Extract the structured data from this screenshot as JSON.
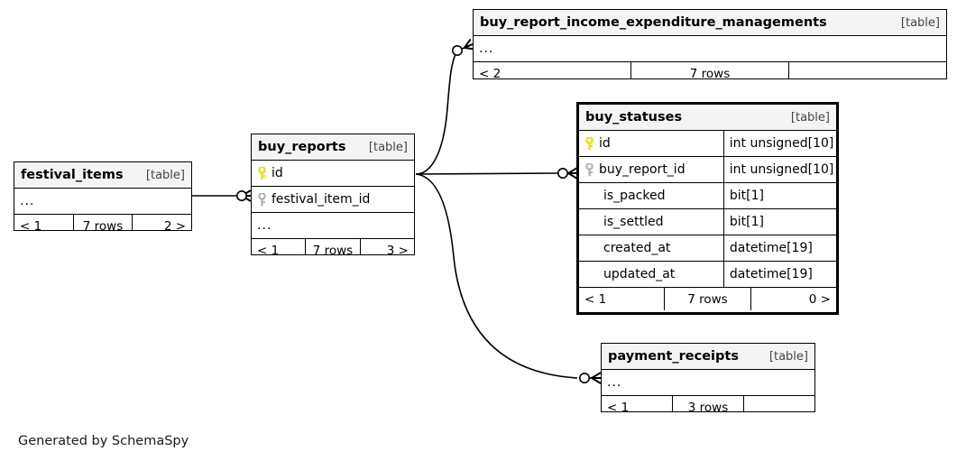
{
  "diagram": {
    "generator_note": "Generated by SchemaSpy",
    "kind_label": "[table]",
    "ellipsis": "...",
    "colors": {
      "background": "#ffffff",
      "header_fill": "#f4f4f4",
      "border": "#000000",
      "primary_key": "#e8e800",
      "foreign_key": "#b0b0b0"
    }
  },
  "tables": [
    {
      "id": "buy_report_income_expenditure_managements",
      "name": "buy_report_income_expenditure_managements",
      "kind": "[table]",
      "highlight": false,
      "columns_collapsed": "...",
      "footer": {
        "left": "< 2",
        "center": "7 rows",
        "right": ""
      }
    },
    {
      "id": "buy_statuses",
      "name": "buy_statuses",
      "kind": "[table]",
      "highlight": true,
      "columns": [
        {
          "name": "id",
          "type": "int unsigned[10]",
          "key": "primary"
        },
        {
          "name": "buy_report_id",
          "type": "int unsigned[10]",
          "key": "foreign"
        },
        {
          "name": "is_packed",
          "type": "bit[1]",
          "key": "none"
        },
        {
          "name": "is_settled",
          "type": "bit[1]",
          "key": "none"
        },
        {
          "name": "created_at",
          "type": "datetime[19]",
          "key": "none"
        },
        {
          "name": "updated_at",
          "type": "datetime[19]",
          "key": "none"
        }
      ],
      "footer": {
        "left": "< 1",
        "center": "7 rows",
        "right": "0 >"
      }
    },
    {
      "id": "buy_reports",
      "name": "buy_reports",
      "kind": "[table]",
      "highlight": false,
      "columns": [
        {
          "name": "id",
          "type": "",
          "key": "primary"
        },
        {
          "name": "festival_item_id",
          "type": "",
          "key": "foreign"
        }
      ],
      "columns_collapsed": "...",
      "footer": {
        "left": "< 1",
        "center": "7 rows",
        "right": "3 >"
      }
    },
    {
      "id": "festival_items",
      "name": "festival_items",
      "kind": "[table]",
      "highlight": false,
      "columns_collapsed": "...",
      "footer": {
        "left": "< 1",
        "center": "7 rows",
        "right": "2 >"
      }
    },
    {
      "id": "payment_receipts",
      "name": "payment_receipts",
      "kind": "[table]",
      "highlight": false,
      "columns_collapsed": "...",
      "footer": {
        "left": "< 1",
        "center": "3 rows",
        "right": ""
      }
    }
  ]
}
